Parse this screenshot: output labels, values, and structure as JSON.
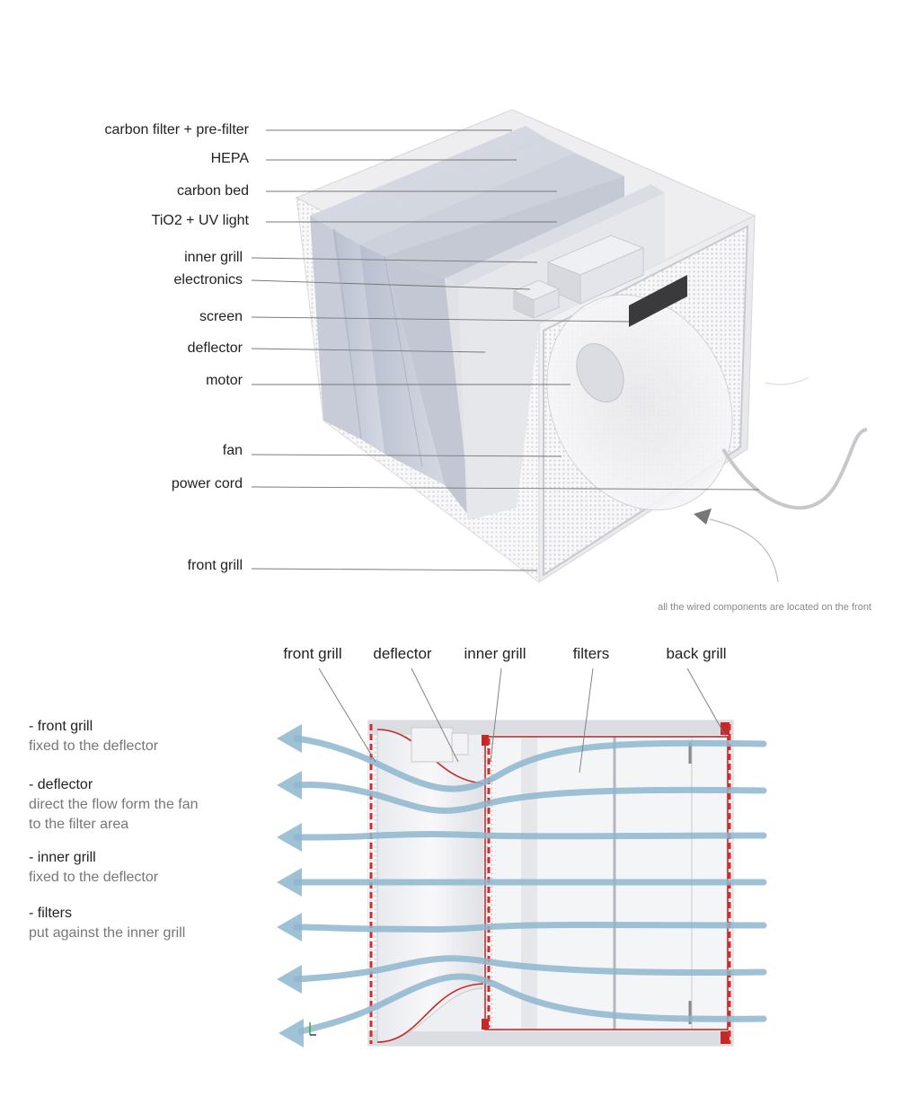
{
  "top_diagram": {
    "labels": [
      "carbon filter + pre-filter",
      "HEPA",
      "carbon bed",
      "TiO2 + UV light",
      "inner grill",
      "electronics",
      "screen",
      "deflector",
      "motor",
      "fan",
      "power cord",
      "front grill"
    ],
    "note": "all the wired components are located on the front"
  },
  "bottom_diagram": {
    "column_labels": [
      "front grill",
      "deflector",
      "inner grill",
      "filters",
      "back grill"
    ],
    "descriptions": [
      {
        "title": "- front grill",
        "lines": [
          "fixed to the deflector"
        ]
      },
      {
        "title": "- deflector",
        "lines": [
          "direct the flow form the fan",
          "to the filter area"
        ]
      },
      {
        "title": "- inner grill",
        "lines": [
          "fixed to the deflector"
        ]
      },
      {
        "title": "- filters",
        "lines": [
          "put against the inner grill"
        ]
      }
    ]
  },
  "colors": {
    "airflow": "#8fb7cf",
    "grill_dash": "#d42b2b",
    "housing": "#dcdde2"
  }
}
